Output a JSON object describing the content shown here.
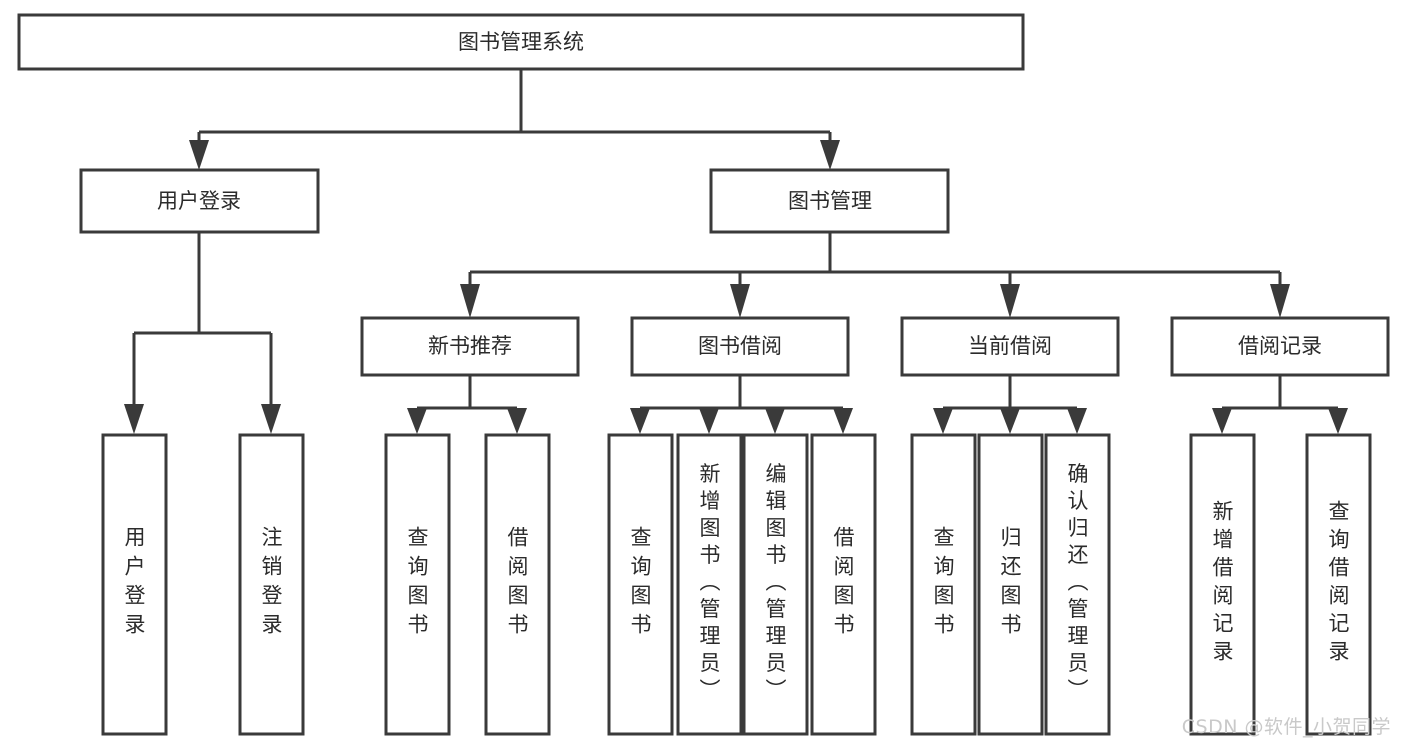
{
  "diagram": {
    "title": "图书管理系统",
    "type": "hierarchy-tree",
    "watermark": "CSDN @软件_小贺同学",
    "colors": {
      "box_stroke": "#3a3a3a",
      "box_fill": "#ffffff",
      "text": "#2b2b2b",
      "connector": "#3a3a3a",
      "background": "#ffffff",
      "watermark": "#c9c9c9"
    },
    "levels": {
      "root": {
        "label": "图书管理系统"
      },
      "level2": [
        {
          "label": "用户登录"
        },
        {
          "label": "图书管理"
        }
      ],
      "level3": [
        {
          "label": "新书推荐"
        },
        {
          "label": "图书借阅"
        },
        {
          "label": "当前借阅"
        },
        {
          "label": "借阅记录"
        }
      ],
      "leaves": {
        "用户登录": [
          {
            "label": "用户登录"
          },
          {
            "label": "注销登录"
          }
        ],
        "新书推荐": [
          {
            "label": "查询图书"
          },
          {
            "label": "借阅图书"
          }
        ],
        "图书借阅": [
          {
            "label": "查询图书"
          },
          {
            "label": "新增图书（管理员）"
          },
          {
            "label": "编辑图书（管理员）"
          },
          {
            "label": "借阅图书"
          }
        ],
        "当前借阅": [
          {
            "label": "查询图书"
          },
          {
            "label": "归还图书"
          },
          {
            "label": "确认归还（管理员）"
          }
        ],
        "借阅记录": [
          {
            "label": "新增借阅记录"
          },
          {
            "label": "查询借阅记录"
          }
        ]
      }
    },
    "nodes": {
      "root": {
        "label": "图书管理系统"
      },
      "n_user_login": {
        "label": "用户登录"
      },
      "n_book_mgmt": {
        "label": "图书管理"
      },
      "n_new_rec": {
        "label": "新书推荐"
      },
      "n_borrow": {
        "label": "图书借阅"
      },
      "n_current": {
        "label": "当前借阅"
      },
      "n_records": {
        "label": "借阅记录"
      },
      "l_user_login": {
        "label": "用户登录"
      },
      "l_logout": {
        "label": "注销登录"
      },
      "l_nr_query": {
        "label": "查询图书"
      },
      "l_nr_borrow": {
        "label": "借阅图书"
      },
      "l_b_query": {
        "label": "查询图书"
      },
      "l_b_add": {
        "label": "新增图书（管理员）"
      },
      "l_b_edit": {
        "label": "编辑图书（管理员）"
      },
      "l_b_borrow": {
        "label": "借阅图书"
      },
      "l_c_query": {
        "label": "查询图书"
      },
      "l_c_return": {
        "label": "归还图书"
      },
      "l_c_confirm": {
        "label": "确认归还（管理员）"
      },
      "l_r_add": {
        "label": "新增借阅记录"
      },
      "l_r_query": {
        "label": "查询借阅记录"
      }
    }
  }
}
